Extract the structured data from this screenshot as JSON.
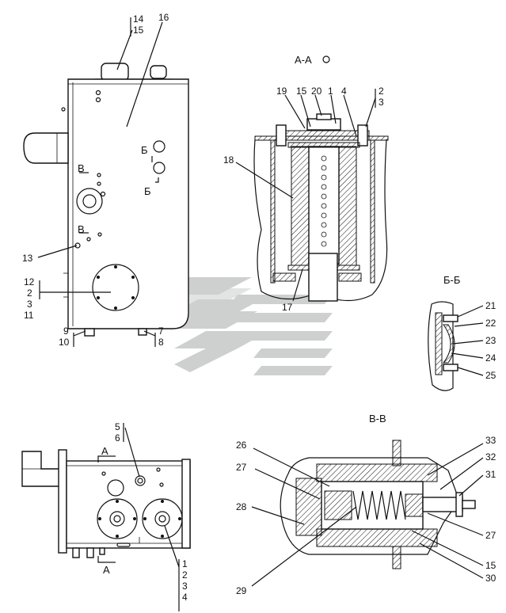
{
  "sections": {
    "aa": "А-А",
    "bb": "Б-Б",
    "vv": "В-В",
    "mark_b": "Б",
    "mark_v": "В",
    "mark_a": "А"
  },
  "callouts": {
    "c1": "1",
    "c2": "2",
    "c3": "3",
    "c4": "4",
    "c5": "5",
    "c6": "6",
    "c7": "7",
    "c8": "8",
    "c9": "9",
    "c10": "10",
    "c11": "11",
    "c12": "12",
    "c13": "13",
    "c14": "14",
    "c15": "15",
    "c16": "16",
    "c17": "17",
    "c18": "18",
    "c19": "19",
    "c20": "20",
    "c21": "21",
    "c22": "22",
    "c23": "23",
    "c24": "24",
    "c25": "25",
    "c26": "26",
    "c27": "27",
    "c28": "28",
    "c29": "29",
    "c30": "30",
    "c31": "31",
    "c32": "32",
    "c33": "33"
  },
  "watermark": "chevron-logo"
}
